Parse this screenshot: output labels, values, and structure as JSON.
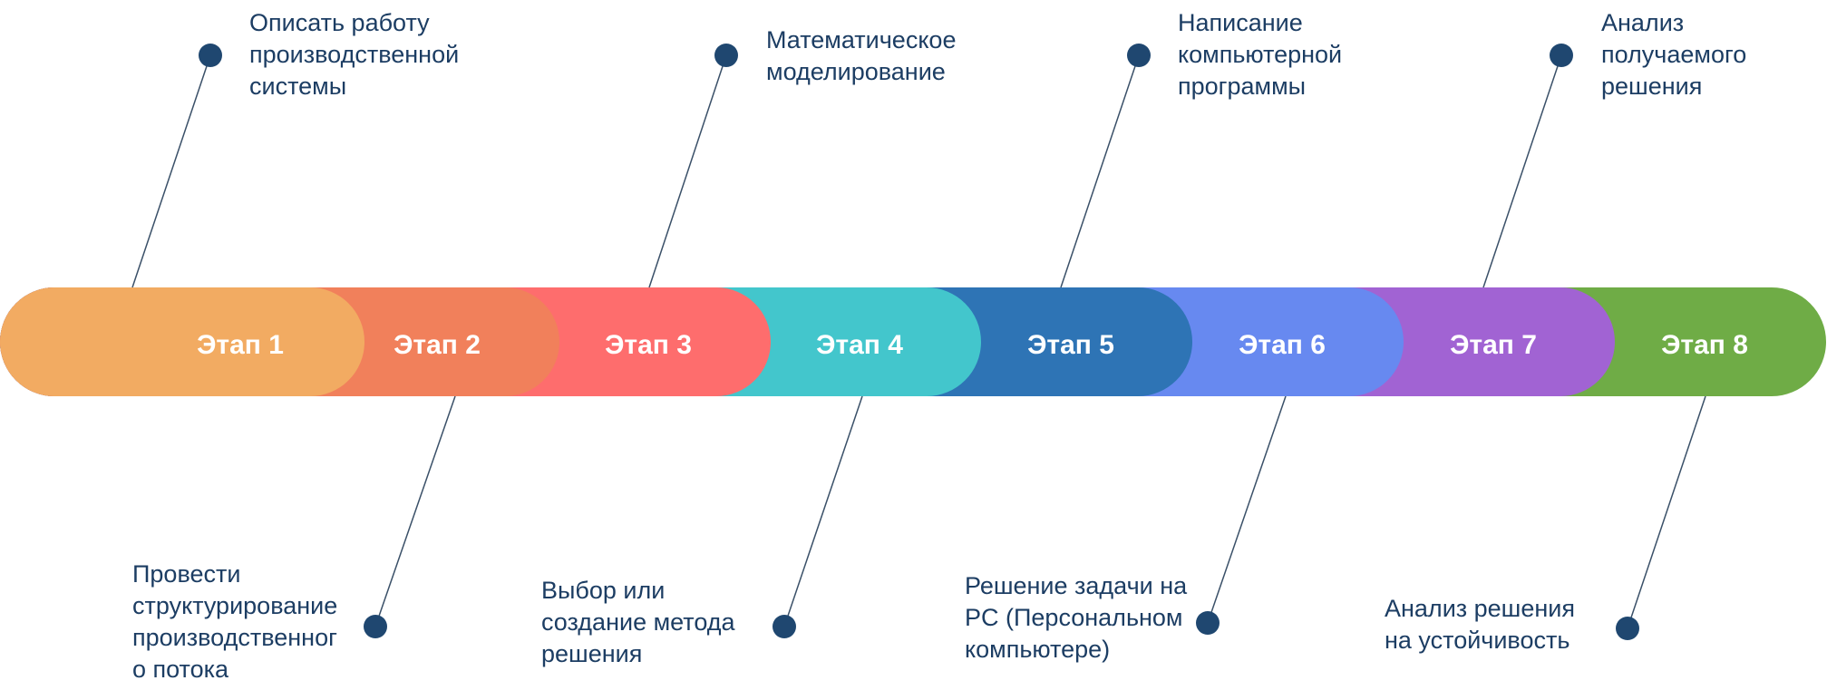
{
  "diagram": {
    "stages": [
      {
        "label": "Этап 1",
        "color": "#f2ab62",
        "description": "Описать работу производственной системы"
      },
      {
        "label": "Этап 2",
        "color": "#f1805b",
        "description": "Провести структурирование производственног о потока"
      },
      {
        "label": "Этап 3",
        "color": "#fe6d6d",
        "description": "Математическое моделирование"
      },
      {
        "label": "Этап 4",
        "color": "#43c6cc",
        "description": "Выбор или создание метода решения"
      },
      {
        "label": "Этап 5",
        "color": "#2e74b5",
        "description": "Написание компьютерной программы"
      },
      {
        "label": "Этап 6",
        "color": "#6789f0",
        "description": "Решение задачи на PC (Персональном компьютере)"
      },
      {
        "label": "Этап 7",
        "color": "#a163d3",
        "description": "Анализ получаемого решения"
      },
      {
        "label": "Этап 8",
        "color": "#6fac46",
        "description": "Анализ решения на устойчивость"
      }
    ],
    "text_color": "#1c3d63",
    "marker_color": "#1f4770",
    "connector_color": "#3a5068"
  }
}
